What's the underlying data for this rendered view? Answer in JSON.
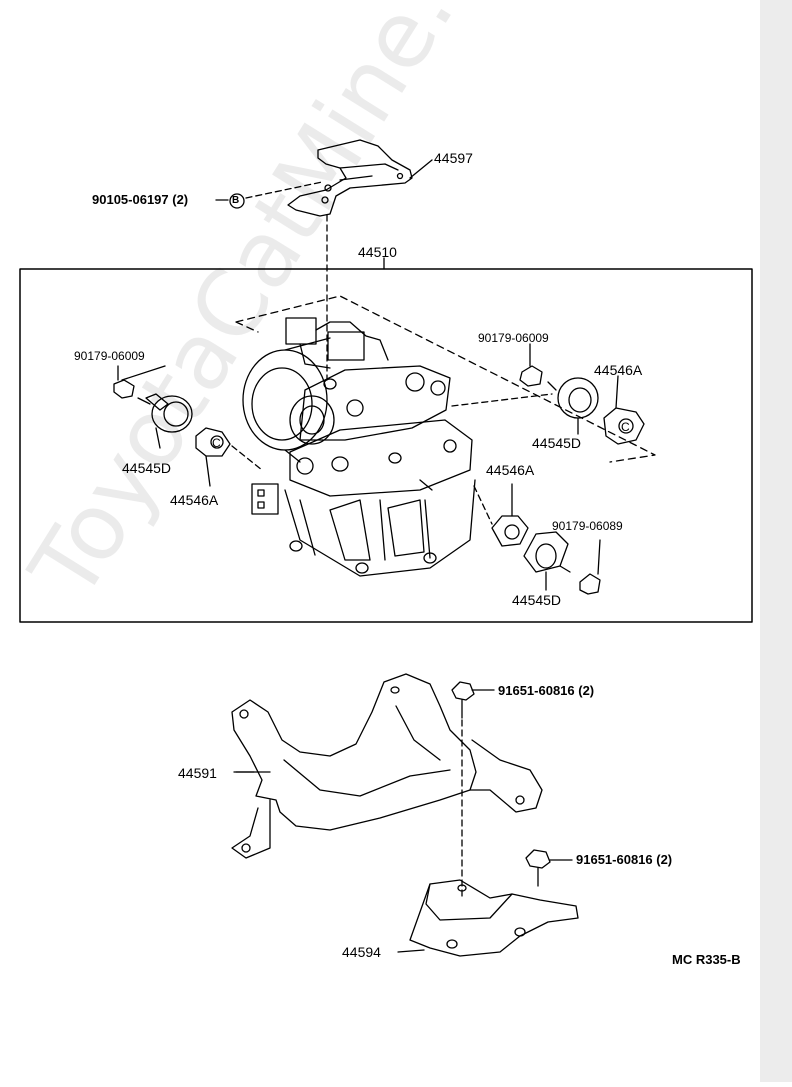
{
  "parts": {
    "bracket_top": "44597",
    "bolt_b": "90105-06197 (2)",
    "bolt_b_marker": "B",
    "actuator_assembly": "44510",
    "bolt_upper_right": "90179-06009",
    "cushion_right_a": "44546A",
    "collar_right": "44545D",
    "cushion_right_marker": "C",
    "bolt_left": "90179-06009",
    "collar_left": "44545D",
    "cushion_left": "44546A",
    "cushion_left_marker": "C",
    "cushion_mid_right": "44546A",
    "bolt_lower_right": "90179-06089",
    "collar_lower_right": "44545D",
    "bracket_mount": "44591",
    "bolt_upper_mount": "91651-60816 (2)",
    "bolt_lower_mount": "91651-60816 (2)",
    "bracket_bottom": "44594"
  },
  "figure_code": "MC R335-B",
  "watermark": "ToyotaCatMine.ru"
}
